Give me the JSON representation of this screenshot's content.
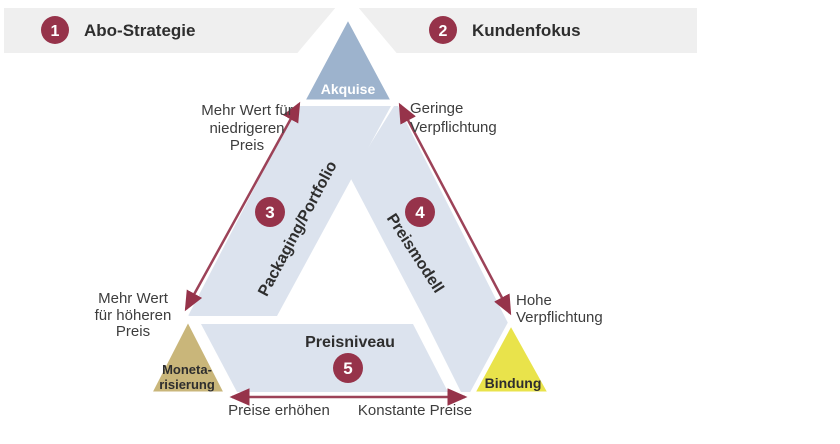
{
  "header": {
    "item1": {
      "number": "1",
      "label": "Abo-Strategie"
    },
    "item2": {
      "number": "2",
      "label": "Kundenfokus"
    }
  },
  "corners": {
    "top": {
      "label": "Akquise"
    },
    "bottom_left": {
      "line1": "Moneta-",
      "line2": "risierung"
    },
    "bottom_right": {
      "label": "Bindung"
    }
  },
  "sides": {
    "left": {
      "number": "3",
      "label": "Packaging/Portfolio"
    },
    "right": {
      "number": "4",
      "label": "Preismodell"
    },
    "bottom": {
      "number": "5",
      "label": "Preisniveau"
    }
  },
  "annotations": {
    "top_left": {
      "line1": "Mehr Wert für",
      "line2": "niedrigeren",
      "line3": "Preis"
    },
    "top_right": {
      "line1": "Geringe",
      "line2": "Verpflichtung"
    },
    "bottom_left": {
      "line1": "Mehr Wert",
      "line2": "für höheren",
      "line3": "Preis"
    },
    "bottom_right": {
      "line1": "Hohe",
      "line2": "Verpflichtung"
    },
    "bottom_left_edge": "Preise erhöhen",
    "bottom_right_edge": "Konstante Preise"
  },
  "colors": {
    "accent": "#96334a",
    "arrow": "#9c4258",
    "band": "#dce3ee",
    "header_bar": "#efefef",
    "corner_top": "#9db3cd",
    "corner_bottom_left": "#c9b67a",
    "corner_bottom_right": "#e9e34b",
    "text": "#3d3d3d",
    "dark_text": "#2e2e2e"
  }
}
